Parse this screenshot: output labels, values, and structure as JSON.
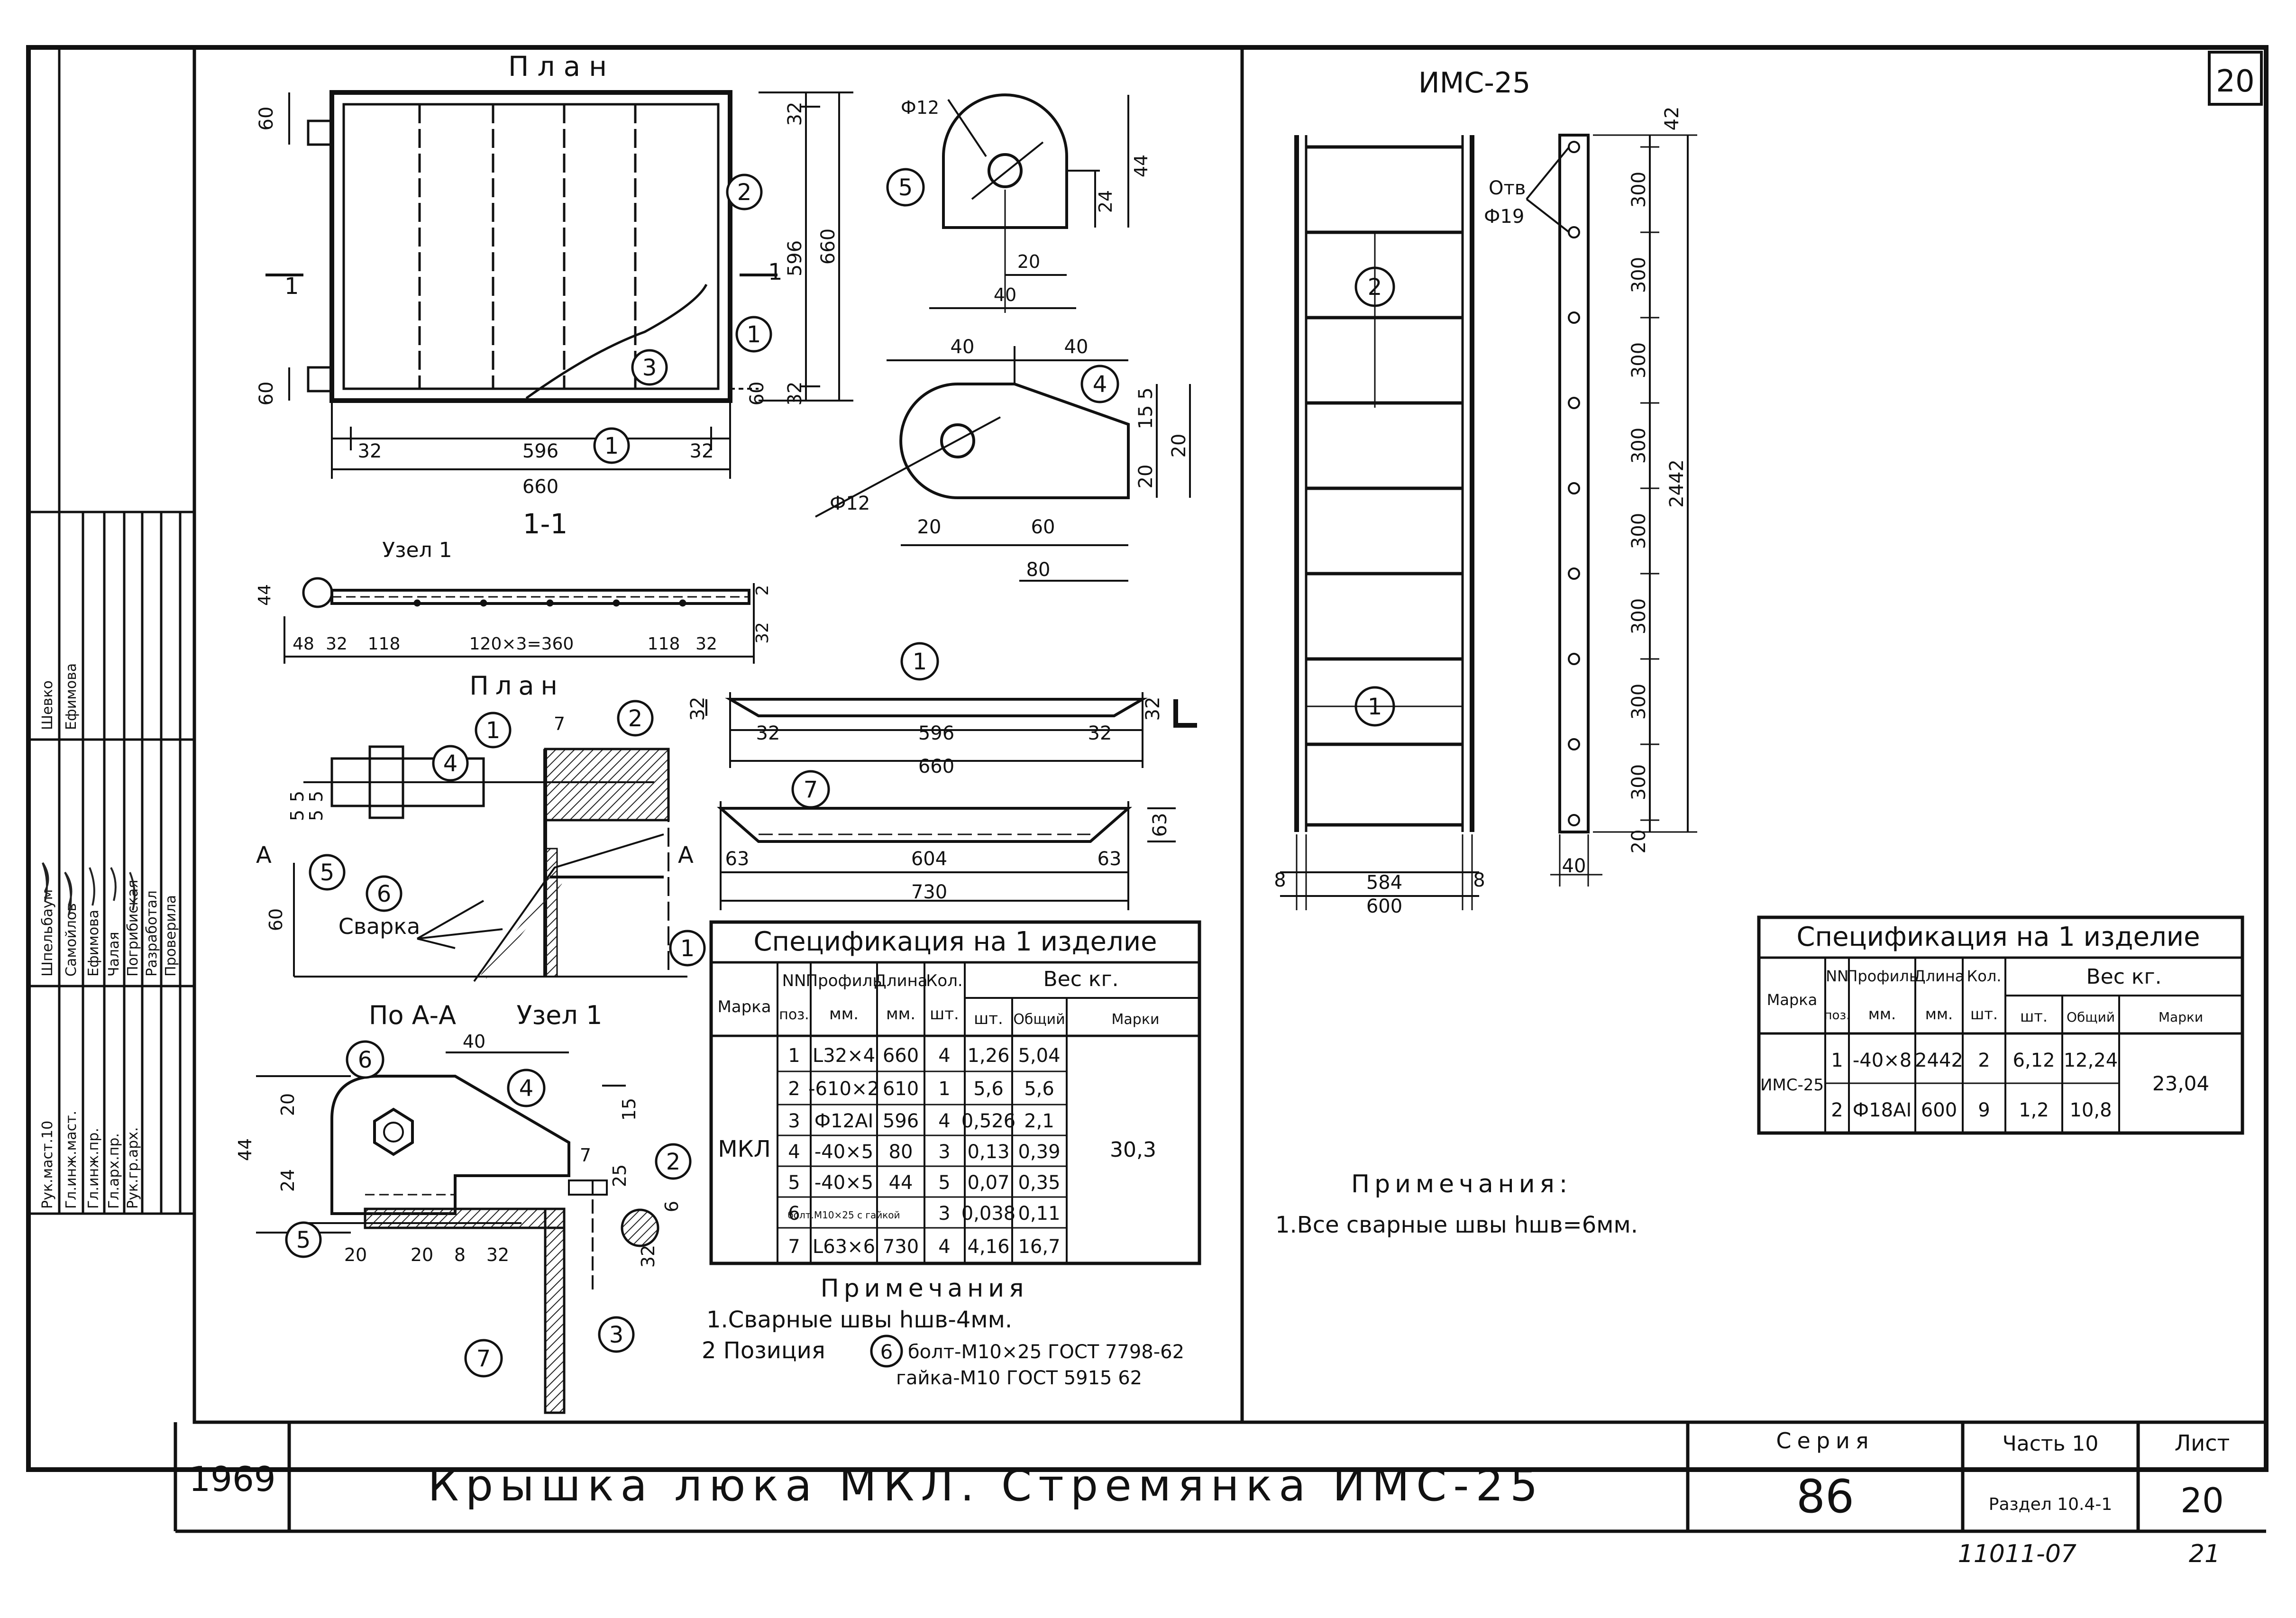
{
  "sheet": {
    "number": "20"
  },
  "left": {
    "plan_title": "План",
    "dims_plan": {
      "d60a": "60",
      "d32a": "32",
      "d596v": "596",
      "d660v": "660",
      "d60b": "60",
      "d32b": "32",
      "d32c": "32",
      "d596h": "596",
      "d32d": "32",
      "d660h": "660"
    },
    "section_marks": {
      "left": "1",
      "right": "1"
    },
    "section_title": "1-1",
    "node_label": "Узел 1",
    "dims_section": {
      "d44": "44",
      "d48": "48",
      "d32a": "32",
      "d118a": "118",
      "d360": "120×3=360",
      "d118b": "118",
      "d32b": "32",
      "d2": "2",
      "d32v": "32"
    },
    "plan2_title": "План",
    "svarka": "Сварка",
    "aa": "А",
    "dims_plan2": {
      "d7": "7",
      "d5a": "5",
      "d5b": "5",
      "d5c": "5",
      "d5d": "5",
      "d60": "60"
    },
    "poaa_title": "По А-А",
    "uzel_title": "Узел 1",
    "dims_uzel": {
      "d40": "40",
      "d44": "44",
      "d20a": "20",
      "d24": "24",
      "d15": "15",
      "d7": "7",
      "d25": "25",
      "d6": "6",
      "d32": "32",
      "d20b": "20",
      "d20c": "20",
      "d8": "8",
      "d32b": "32"
    }
  },
  "parts": {
    "p5": {
      "phi": "Ф12",
      "d24": "24",
      "d44": "44",
      "d20": "20",
      "d40": "40"
    },
    "p4": {
      "d40a": "40",
      "d40b": "40",
      "d5": "5",
      "d15": "15",
      "d20a": "20",
      "d20b": "20",
      "phi": "Ф12",
      "d20c": "20",
      "d60": "60",
      "d80": "80"
    },
    "p1": {
      "d32a": "32",
      "d32b": "32",
      "d596": "596",
      "d32c": "32",
      "d660": "660",
      "d32r": "32"
    },
    "p7": {
      "d63a": "63",
      "d604": "604",
      "d63b": "63",
      "d730": "730",
      "d63r": "63"
    }
  },
  "balloons": [
    "1",
    "2",
    "3",
    "4",
    "5",
    "6",
    "7"
  ],
  "spec_left": {
    "title": "Спецификация на 1 изделие",
    "headers": {
      "marka": "Марка",
      "nn": "NN",
      "poz": "поз.",
      "profil": "Профиль",
      "profil_unit": "мм.",
      "dlina": "Длина",
      "dlina_unit": "мм.",
      "kol": "Кол.",
      "kol_unit": "шт.",
      "ves": "Вес кг.",
      "sht": "шт.",
      "obshch": "Общий",
      "marki": "Марки"
    },
    "marka_value": "МКЛ",
    "total": "30,3",
    "rows": [
      {
        "poz": "1",
        "profil": "L32×4",
        "dlina": "660",
        "kol": "4",
        "ves": "1,26",
        "obshch": "5,04"
      },
      {
        "poz": "2",
        "profil": "-610×2",
        "dlina": "610",
        "kol": "1",
        "ves": "5,6",
        "obshch": "5,6"
      },
      {
        "poz": "3",
        "profil": "Ф12АI",
        "dlina": "596",
        "kol": "4",
        "ves": "0,526",
        "obshch": "2,1"
      },
      {
        "poz": "4",
        "profil": "-40×5",
        "dlina": "80",
        "kol": "3",
        "ves": "0,13",
        "obshch": "0,39"
      },
      {
        "poz": "5",
        "profil": "-40×5",
        "dlina": "44",
        "kol": "5",
        "ves": "0,07",
        "obshch": "0,35"
      },
      {
        "poz": "6",
        "profil": "болт.М10×25 с гайкой",
        "dlina": "",
        "kol": "3",
        "ves": "0,038",
        "obshch": "0,11"
      },
      {
        "poz": "7",
        "profil": "L63×6",
        "dlina": "730",
        "kol": "4",
        "ves": "4,16",
        "obshch": "16,7"
      }
    ]
  },
  "notes_left": {
    "title": "Примечания",
    "line1": "1.Сварные швы hшв-4мм.",
    "line2a": "2 Позиция",
    "line2b": "болт-М10×25 ГОСТ 7798-62",
    "line3": "гайка-М10 ГОСТ 5915 62"
  },
  "ladder": {
    "title": "ИМС-25",
    "otv": "Отв",
    "otv_phi": "Ф19",
    "steps": [
      "42",
      "300",
      "300",
      "300",
      "300",
      "300",
      "300",
      "300",
      "300",
      "20"
    ],
    "total": "2442",
    "d8a": "8",
    "d584": "584",
    "d8b": "8",
    "d600": "600",
    "d40": "40"
  },
  "spec_right": {
    "title": "Спецификация на 1 изделие",
    "headers": {
      "marka": "Марка",
      "nn": "NN",
      "poz": "поз.",
      "profil": "Профиль",
      "profil_unit": "мм.",
      "dlina": "Длина",
      "dlina_unit": "мм.",
      "kol": "Кол.",
      "kol_unit": "шт.",
      "ves": "Вес кг.",
      "sht": "шт.",
      "obshch": "Общий",
      "marki": "Марки"
    },
    "marka_value": "ИМС-25",
    "total": "23,04",
    "rows": [
      {
        "poz": "1",
        "profil": "-40×8",
        "dlina": "2442",
        "kol": "2",
        "ves": "6,12",
        "obshch": "12,24"
      },
      {
        "poz": "2",
        "profil": "Ф18АI",
        "dlina": "600",
        "kol": "9",
        "ves": "1,2",
        "obshch": "10,8"
      }
    ]
  },
  "notes_right": {
    "title": "Примечания:",
    "line1": "1.Все сварные швы hшв=6мм."
  },
  "stamp": {
    "col1": [
      "Рук.маст.10",
      "Гл.инж.маст.",
      "Гл.инж.пр.",
      "Гл.арх.пр.",
      "Рук.гр.арх."
    ],
    "col3": [
      "Шпельбаум",
      "Самойлов",
      "Ефимова",
      "Чалая",
      "Погрибиская"
    ],
    "extra_roles": [
      "Разработал",
      "Проверила"
    ],
    "extra_names": [
      "Шевко",
      "Ефимова"
    ]
  },
  "title_block": {
    "year": "1969",
    "title": "Крышка люка МКЛ. Стремянка ИМС-25",
    "seria_label": "Серия",
    "seria": "86",
    "chast": "Часть 10",
    "razdel": "Раздел 10.4-1",
    "list_label": "Лист",
    "list": "20"
  },
  "footer": {
    "code": "11011-07",
    "page": "21"
  }
}
